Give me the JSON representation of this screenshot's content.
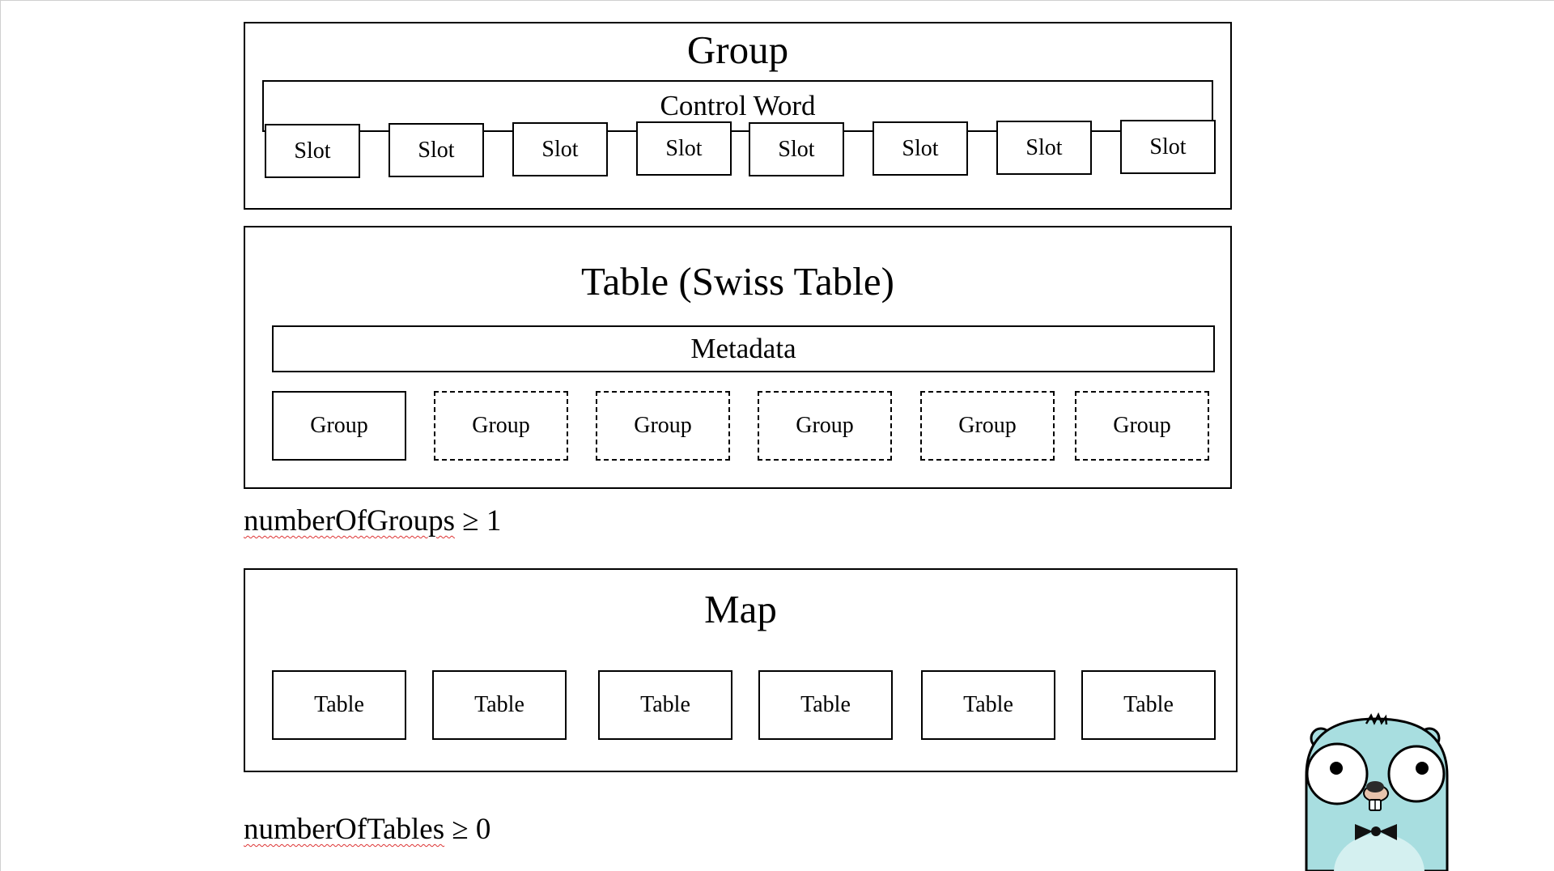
{
  "group_box": {
    "title": "Group",
    "control_word": "Control Word",
    "slots": [
      "Slot",
      "Slot",
      "Slot",
      "Slot",
      "Slot",
      "Slot",
      "Slot",
      "Slot"
    ]
  },
  "table_box": {
    "title": "Table (Swiss Table)",
    "metadata": "Metadata",
    "groups": [
      {
        "label": "Group",
        "style": "solid"
      },
      {
        "label": "Group",
        "style": "dashed"
      },
      {
        "label": "Group",
        "style": "dashed"
      },
      {
        "label": "Group",
        "style": "dashed"
      },
      {
        "label": "Group",
        "style": "dashed"
      },
      {
        "label": "Group",
        "style": "dashed"
      }
    ]
  },
  "groups_constraint": {
    "name": "numberOfGroups",
    "relation": "≥ 1"
  },
  "map_box": {
    "title": "Map",
    "tables": [
      "Table",
      "Table",
      "Table",
      "Table",
      "Table",
      "Table"
    ]
  },
  "tables_constraint": {
    "name": "numberOfTables",
    "relation": "≥ 0"
  },
  "mascot": {
    "name": "gopher-mascot",
    "body_color": "#a8dee0",
    "outline_color": "#000000"
  }
}
